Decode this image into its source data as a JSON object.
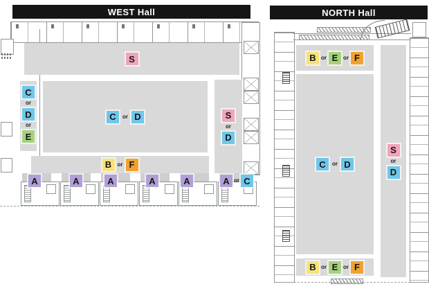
{
  "colors": {
    "A": "#b1a0d6",
    "B": "#f7e37b",
    "C": "#6fc7ea",
    "D": "#6fc7ea",
    "E": "#a5d37d",
    "F": "#f0a230",
    "S": "#f2a5ba",
    "zone_fill": "#d9d9d9",
    "plan_line": "#8f9496",
    "title_bar_bg": "#151515",
    "title_bar_text": "#ffffff"
  },
  "west": {
    "title": "WEST Hall",
    "zone_s": {
      "s": "S"
    },
    "strip_cde": {
      "c": "C",
      "or1": "or",
      "d": "D",
      "or2": "or",
      "e": "E"
    },
    "center_cd": {
      "c": "C",
      "or": "or",
      "d": "D"
    },
    "strip_sd": {
      "s": "S",
      "or": "or",
      "d": "D"
    },
    "bar_bf": {
      "b": "B",
      "or": "or",
      "f": "F"
    },
    "dock_row": {
      "a_labels": [
        "A",
        "A",
        "A",
        "A",
        "A"
      ],
      "a_or_c": {
        "a": "A",
        "or": "or",
        "c": "C"
      }
    }
  },
  "north": {
    "title": "NORTH Hall",
    "bar_top": {
      "b": "B",
      "or1": "or",
      "e": "E",
      "or2": "or",
      "f": "F"
    },
    "center_cd": {
      "c": "C",
      "or": "or",
      "d": "D"
    },
    "strip_sd": {
      "s": "S",
      "or": "or",
      "d": "D"
    },
    "bar_bottom": {
      "b": "B",
      "or1": "or",
      "e": "E",
      "or2": "or",
      "f": "F"
    }
  }
}
